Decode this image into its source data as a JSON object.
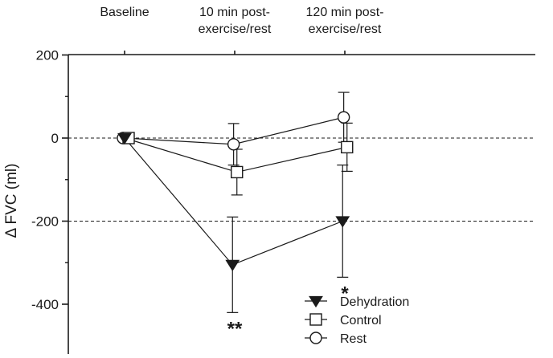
{
  "chart_data": {
    "type": "line",
    "ylabel": "Δ FVC (ml)",
    "ylim": [
      -500,
      200
    ],
    "yticks": [
      200,
      0,
      -200,
      -400
    ],
    "x": [
      0,
      1,
      2
    ],
    "x_labels": [
      {
        "lines": [
          "Baseline"
        ]
      },
      {
        "lines": [
          "10 min post-",
          "exercise/rest"
        ]
      },
      {
        "lines": [
          "120 min post-",
          "exercise/rest"
        ]
      }
    ],
    "reference_lines": [
      0,
      -200
    ],
    "series": [
      {
        "name": "Dehydration",
        "marker": "triangle-down-filled",
        "offset": -0.02,
        "values": [
          0,
          -305,
          -200
        ],
        "errors": [
          0,
          115,
          135
        ]
      },
      {
        "name": "Control",
        "marker": "square-open",
        "offset": 0.02,
        "values": [
          0,
          -82,
          -22
        ],
        "errors": [
          0,
          55,
          58
        ]
      },
      {
        "name": "Rest",
        "marker": "circle-open",
        "offset": -0.01,
        "values": [
          0,
          -15,
          50
        ],
        "errors": [
          0,
          50,
          60
        ]
      }
    ],
    "annotations": [
      {
        "text": "**",
        "x": 1,
        "y": -455
      },
      {
        "text": "*",
        "x": 2,
        "y": -370
      }
    ],
    "legend": "bottom-right",
    "grid": false
  }
}
